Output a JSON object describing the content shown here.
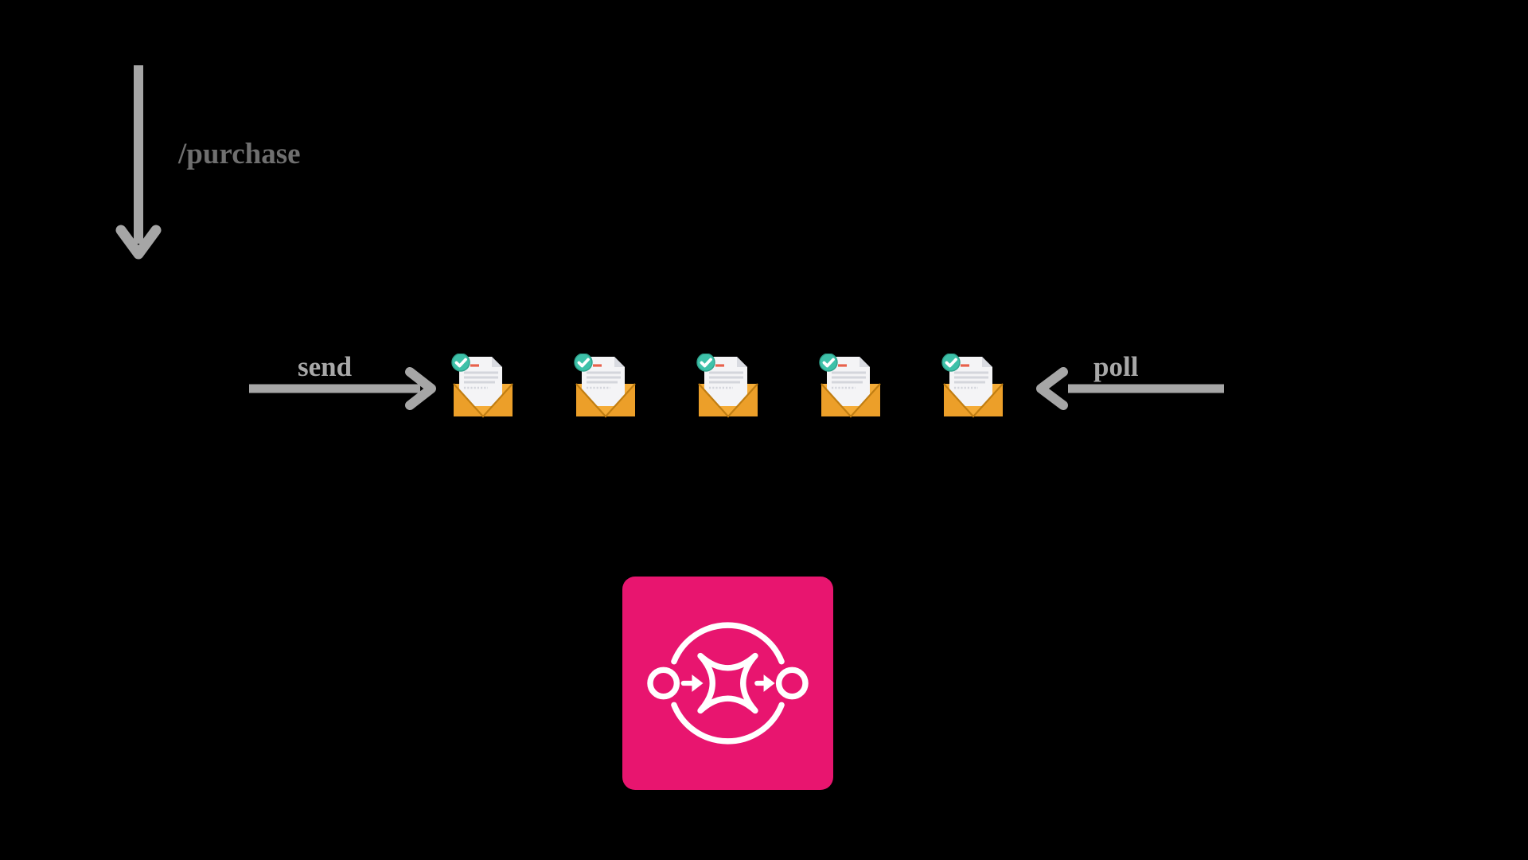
{
  "diagram": {
    "purchase_label": "/purchase",
    "send_label": "send",
    "poll_label": "poll",
    "queue": {
      "message_count": 5,
      "message_icon": "envelope-with-checked-document-icon"
    },
    "service_icon": "aws-sqs-queue-icon"
  },
  "colors": {
    "background": "#000000",
    "arrow-gray": "#A6A6A6",
    "label-light-gray": "#A8A8A8",
    "label-dark-gray": "#6F6F6F",
    "sqs-pink": "#E8156F",
    "sqs-art-white": "#FFFFFF",
    "envelope-gold": "#F5AC37",
    "envelope-flap": "#EC9F29",
    "envelope-edge-line": "#C17E12",
    "paper-white": "#F4F4F6",
    "paper-fold": "#D9DBE1",
    "paper-line-gray": "#D4D6DC",
    "paper-line-red": "#E8614C",
    "check-badge-teal": "#3EC1A9",
    "check-badge-ring": "#2EA28C",
    "check-mark-white": "#FFFFFF"
  }
}
